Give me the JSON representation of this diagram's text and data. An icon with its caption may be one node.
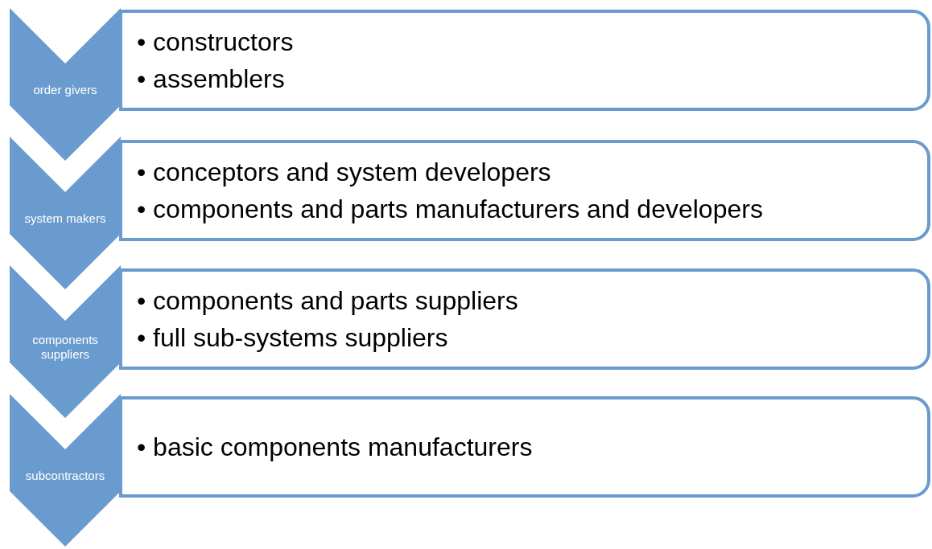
{
  "diagram": {
    "nodes": [
      {
        "text": [
          "order givers"
        ]
      },
      {
        "text": [
          "• constructors",
          "• assemblers"
        ]
      },
      {
        "text": [
          "system makers"
        ]
      },
      {
        "text": [
          "• conceptors and system developers",
          "• components and parts manufacturers and developers"
        ]
      },
      {
        "text": [
          "components suppliers"
        ]
      },
      {
        "text": [
          "• components and parts suppliers",
          "• full sub-systems suppliers"
        ]
      },
      {
        "text": [
          "subcontractors"
        ]
      },
      {
        "text": [
          "• basic components manufacturers"
        ]
      }
    ]
  }
}
